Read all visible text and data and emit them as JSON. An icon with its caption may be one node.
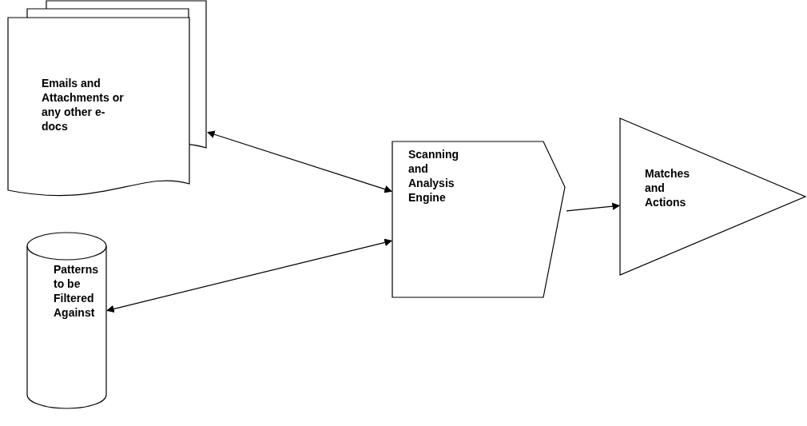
{
  "diagram": {
    "nodes": [
      {
        "text": [
          "Emails and Attachments or any other e-docs"
        ]
      },
      {
        "text": [
          "Patterns to be Filtered Against"
        ]
      },
      {
        "text": [
          "Scanning and Analysis Engine"
        ]
      },
      {
        "text": [
          "Matches and Actions"
        ]
      }
    ],
    "edges": [
      {
        "from": 0,
        "to": 2,
        "arrow": "both"
      },
      {
        "from": 1,
        "to": 2,
        "arrow": "both"
      },
      {
        "from": 2,
        "to": 3,
        "arrow": "to"
      }
    ]
  }
}
